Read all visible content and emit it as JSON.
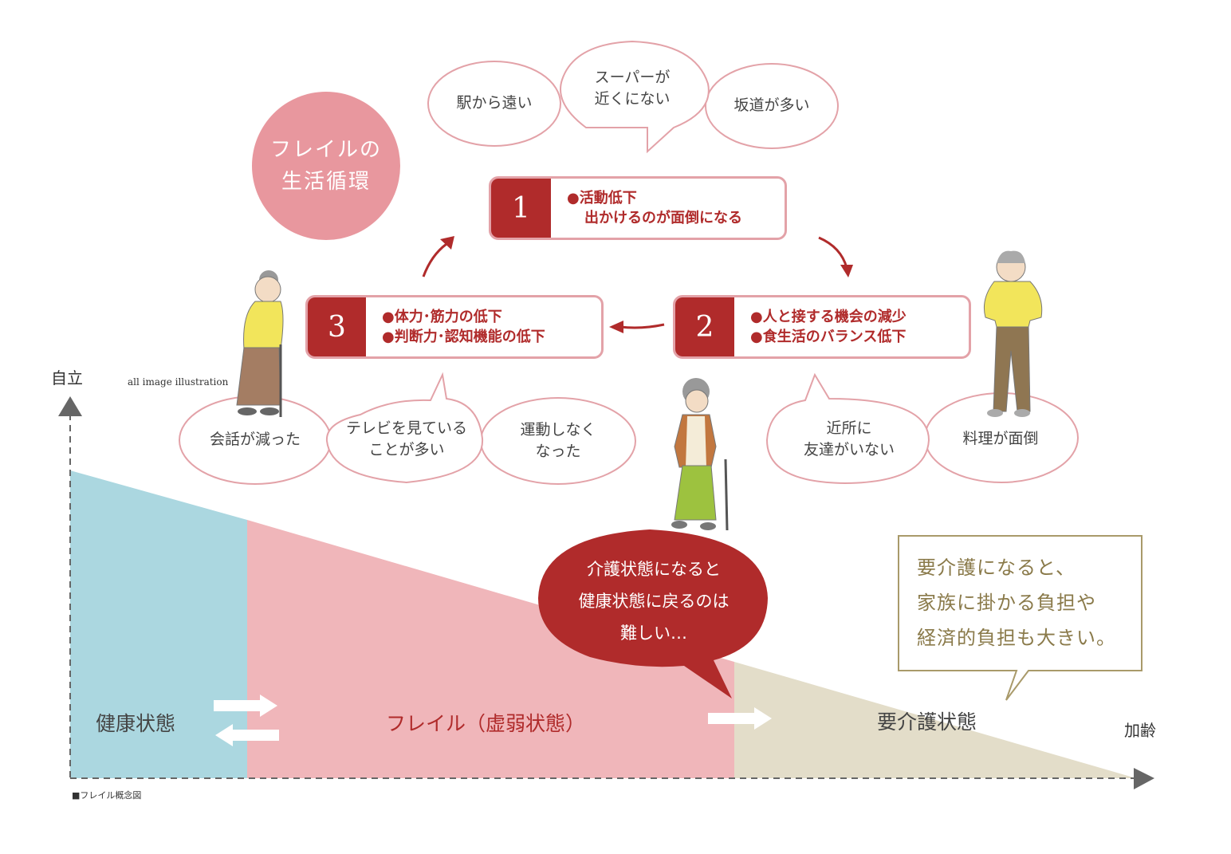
{
  "cycle": {
    "title_line1": "フレイルの",
    "title_line2": "生活循環",
    "steps": [
      {
        "number": "1",
        "line1": "●活動低下",
        "line2": "出かけるのが面倒になる"
      },
      {
        "number": "2",
        "line1": "●人と接する機会の減少",
        "line2": "●食生活のバランス低下"
      },
      {
        "number": "3",
        "line1": "●体力･筋力の低下",
        "line2": "●判断力･認知機能の低下"
      }
    ]
  },
  "bubbles": {
    "top": [
      {
        "lines": [
          "駅から遠い"
        ]
      },
      {
        "lines": [
          "スーパーが",
          "近くにない"
        ]
      },
      {
        "lines": [
          "坂道が多い"
        ]
      }
    ],
    "left": [
      {
        "lines": [
          "会話が減った"
        ]
      },
      {
        "lines": [
          "テレビを見ている",
          "ことが多い"
        ]
      },
      {
        "lines": [
          "運動しなく",
          "なった"
        ]
      }
    ],
    "right": [
      {
        "lines": [
          "近所に",
          "友達がいない"
        ]
      },
      {
        "lines": [
          "料理が面倒"
        ]
      }
    ]
  },
  "caption": "all image illustration",
  "axis": {
    "y_label": "自立",
    "x_label": "加齢"
  },
  "zones": {
    "healthy": "健康状態",
    "frail": "フレイル（虚弱状態）",
    "care": "要介護状態"
  },
  "warning": {
    "lines": [
      "介護状態になると",
      "健康状態に戻るのは",
      "難しい…"
    ]
  },
  "note": {
    "lines": [
      "要介護になると、",
      "家族に掛かる負担や",
      "経済的負担も大きい。"
    ]
  },
  "footer": "■フレイル概念図",
  "colors": {
    "healthy": "#abd7e0",
    "frail": "#f0b6ba",
    "care": "#e3ddc9",
    "accent": "#b02b2b",
    "pink": "#e8979e",
    "gold": "#a99a6a"
  }
}
